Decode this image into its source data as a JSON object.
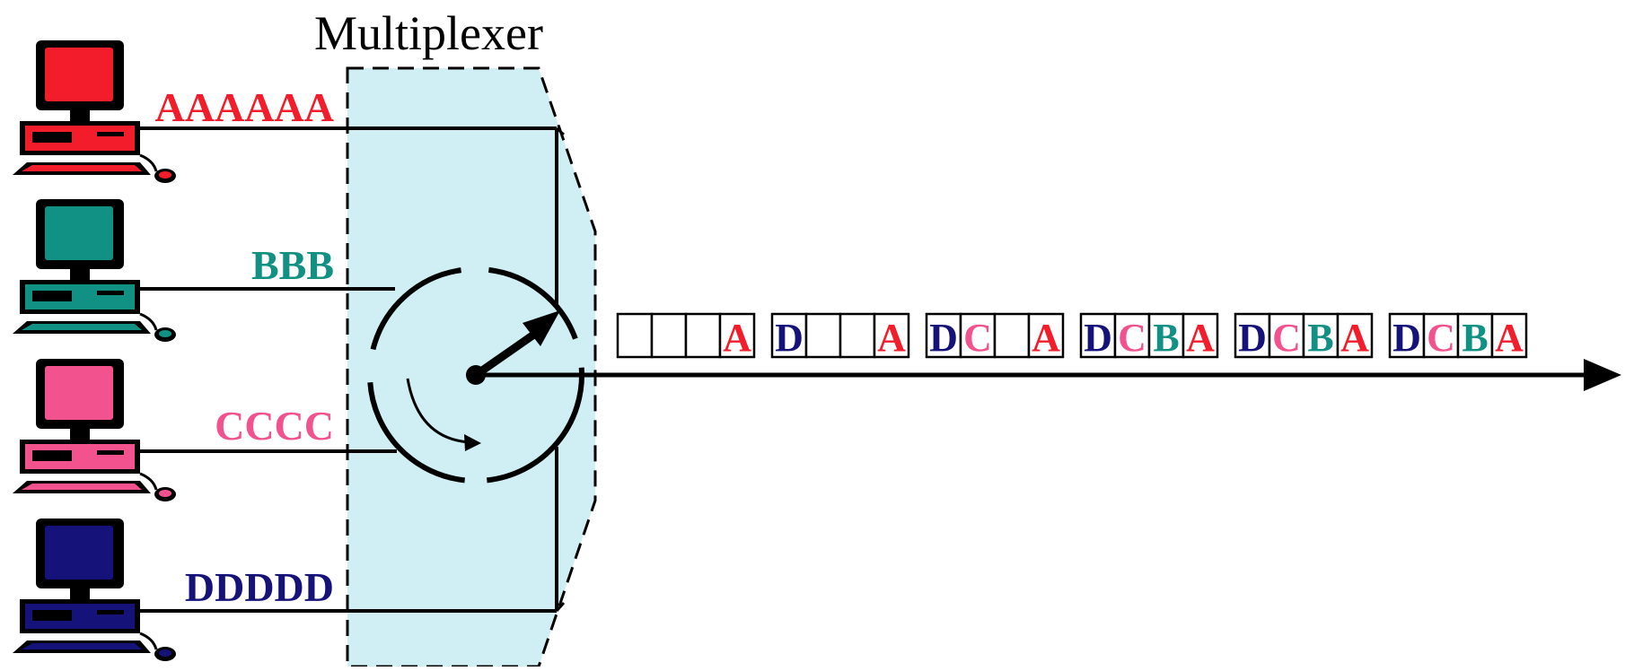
{
  "diagram": {
    "title": "Multiplexer",
    "colors": {
      "A": "#f21c2a",
      "B": "#119183",
      "C": "#f2528d",
      "D": "#15127a",
      "mux_fill": "#cfeff5",
      "line": "#000000"
    },
    "sources": [
      {
        "id": "A",
        "label": "AAAAAA",
        "color": "#f21c2a"
      },
      {
        "id": "B",
        "label": "BBB",
        "color": "#119183"
      },
      {
        "id": "C",
        "label": "CCCC",
        "color": "#f2528d"
      },
      {
        "id": "D",
        "label": "DDDDD",
        "color": "#15127a"
      }
    ],
    "frames": [
      [
        "",
        "",
        "",
        "A"
      ],
      [
        "D",
        "",
        "",
        "A"
      ],
      [
        "D",
        "C",
        "",
        "A"
      ],
      [
        "D",
        "C",
        "B",
        "A"
      ],
      [
        "D",
        "C",
        "B",
        "A"
      ],
      [
        "D",
        "C",
        "B",
        "A"
      ]
    ],
    "icons": {
      "computer": "computer-icon",
      "switch": "rotary-switch-icon",
      "output": "arrow-right-icon"
    }
  }
}
